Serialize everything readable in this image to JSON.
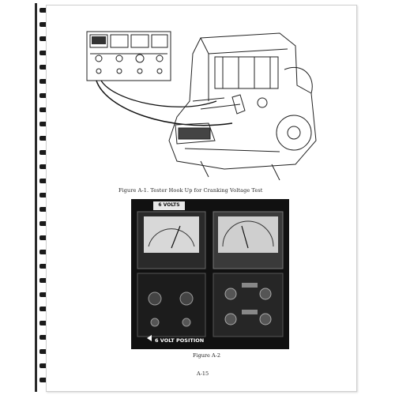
{
  "figure1": {
    "caption": "Figure A-1.  Tester Hook Up for Cranking Voltage Test"
  },
  "figure2": {
    "caption": "Figure A-2",
    "top_banner": "6 VOLTS",
    "bottom_label": "6 VOLT POSITION"
  },
  "page_number": "A-15",
  "colors": {
    "page": "#ffffff",
    "ink": "#222222",
    "photo": "#111111",
    "binding": "#1a1a1a"
  }
}
